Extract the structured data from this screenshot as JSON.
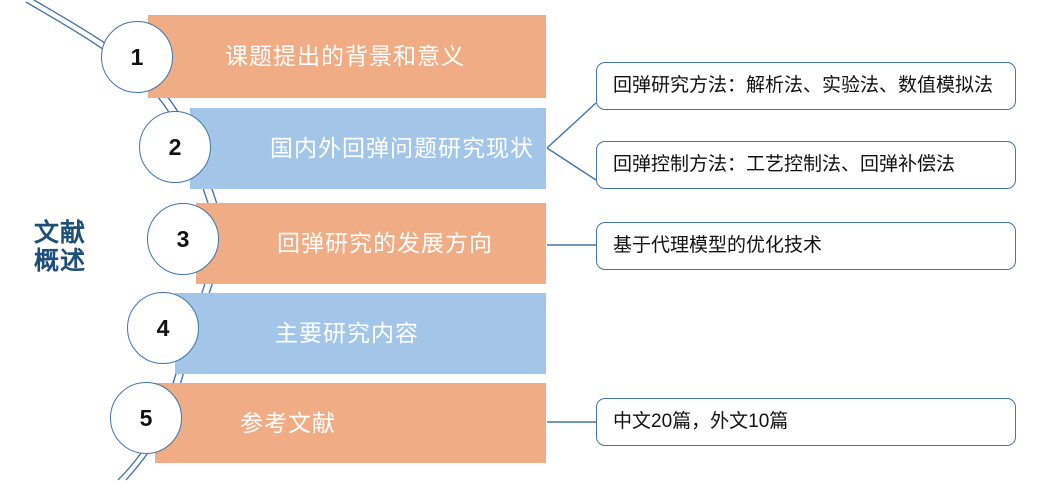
{
  "diagram": {
    "side_label": "文献\n概述",
    "colors": {
      "orange": "#EFAC85",
      "blue": "#A3C5E8",
      "line": "#4573A7",
      "side_label": "#1F4E79",
      "bar_text": "#FFFFFF",
      "callout_text": "#111111"
    },
    "stages": [
      {
        "number": "1",
        "label": "课题提出的背景和意义",
        "color": "orange"
      },
      {
        "number": "2",
        "label": "国内外回弹问题研究现状",
        "color": "blue"
      },
      {
        "number": "3",
        "label": "回弹研究的发展方向",
        "color": "orange"
      },
      {
        "number": "4",
        "label": "主要研究内容",
        "color": "blue"
      },
      {
        "number": "5",
        "label": "参考文献",
        "color": "orange"
      }
    ],
    "callouts": [
      {
        "text": "回弹研究方法：解析法、实验法、数值模拟法",
        "from_stage": "2"
      },
      {
        "text": "回弹控制方法：工艺控制法、回弹补偿法",
        "from_stage": "2"
      },
      {
        "text": "基于代理模型的优化技术",
        "from_stage": "3"
      },
      {
        "text": "中文20篇，外文10篇",
        "from_stage": "5"
      }
    ]
  }
}
